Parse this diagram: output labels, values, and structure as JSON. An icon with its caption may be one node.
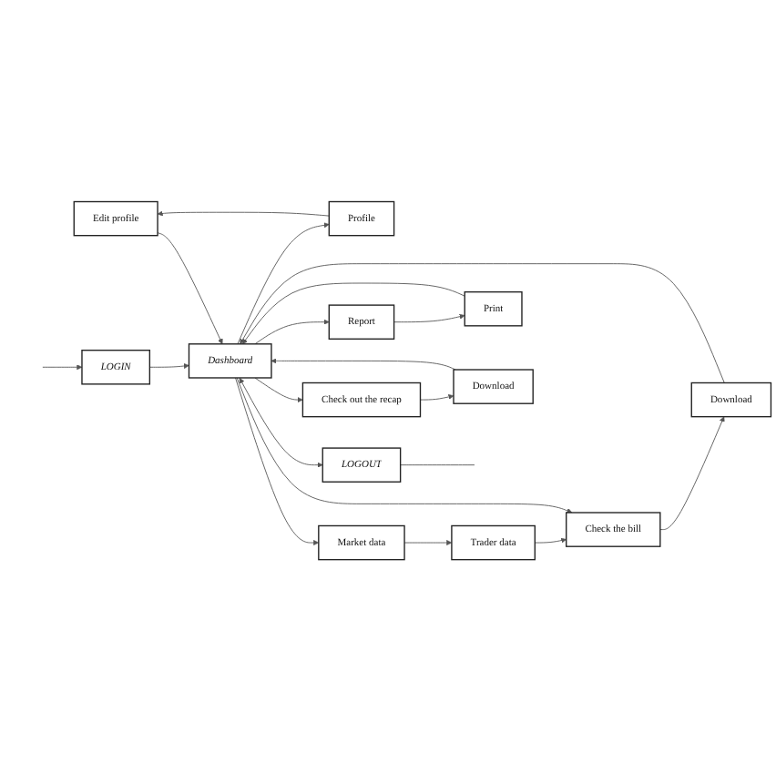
{
  "diagram": {
    "nodes": [
      {
        "text": [
          "Edit profile"
        ]
      },
      {
        "text": [
          "Profile"
        ]
      },
      {
        "text": [
          "Market data"
        ]
      },
      {
        "text": [
          "Trader data"
        ]
      },
      {
        "text": [
          "LOGIN"
        ]
      },
      {
        "text": [
          "Dashboard"
        ]
      },
      {
        "text": [
          "Check the bill"
        ]
      },
      {
        "text": [
          "Download"
        ]
      },
      {
        "text": [
          "LOGOUT"
        ]
      },
      {
        "text": [
          "Report"
        ]
      },
      {
        "text": [
          "Print"
        ]
      },
      {
        "text": [
          "Check out the recap"
        ]
      },
      {
        "text": [
          "Download"
        ]
      }
    ],
    "edges": [
      {
        "from": null,
        "to": 4,
        "arrow": "to"
      },
      {
        "from": 4,
        "to": 5,
        "arrow": "to"
      },
      {
        "from": 5,
        "to": 1,
        "arrow": "to"
      },
      {
        "from": 1,
        "to": 0,
        "arrow": "to"
      },
      {
        "from": 0,
        "to": 5,
        "arrow": "to"
      },
      {
        "from": 5,
        "to": 2,
        "arrow": "to"
      },
      {
        "from": 2,
        "to": 3,
        "arrow": "to"
      },
      {
        "from": 3,
        "to": 6,
        "arrow": "to"
      },
      {
        "from": 5,
        "to": 6,
        "arrow": "to"
      },
      {
        "from": 6,
        "to": 7,
        "arrow": "to"
      },
      {
        "from": 7,
        "to": 5,
        "arrow": "to"
      },
      {
        "from": 5,
        "to": 8,
        "arrow": "both"
      },
      {
        "from": 10,
        "to": 5,
        "arrow": "to"
      },
      {
        "from": 5,
        "to": 9,
        "arrow": "to"
      },
      {
        "from": 9,
        "to": 10,
        "arrow": "to"
      },
      {
        "from": 5,
        "to": 11,
        "arrow": "to"
      },
      {
        "from": 11,
        "to": 12,
        "arrow": "to"
      },
      {
        "from": 12,
        "to": 5,
        "arrow": "to"
      },
      {
        "from": 8,
        "to": null,
        "arrow": "none"
      }
    ]
  }
}
